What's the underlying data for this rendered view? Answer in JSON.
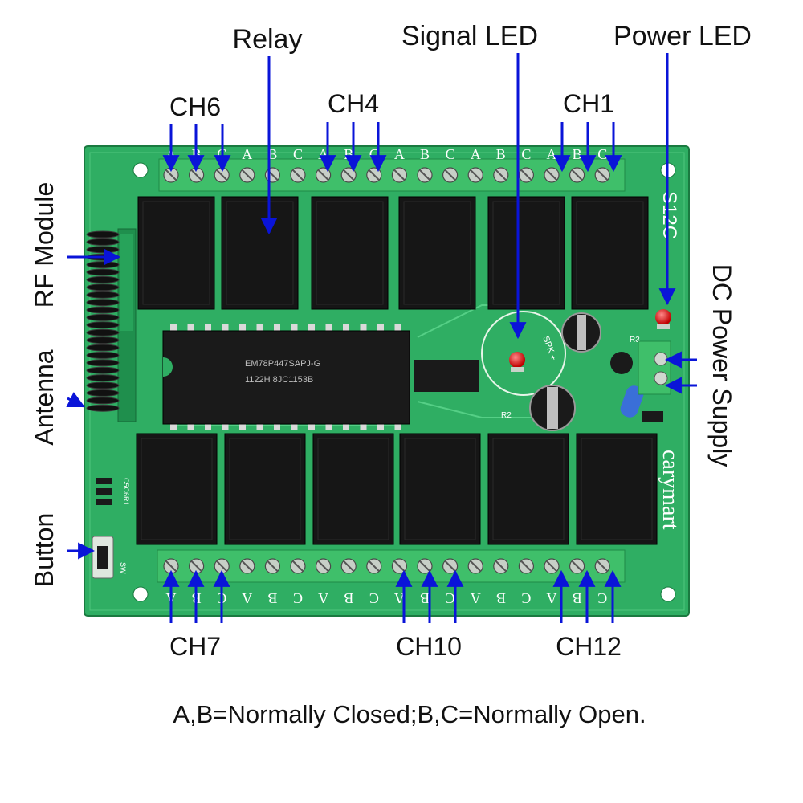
{
  "labels": {
    "relay": "Relay",
    "signal_led": "Signal LED",
    "power_led": "Power LED",
    "ch6": "CH6",
    "ch4": "CH4",
    "ch1": "CH1",
    "ch7": "CH7",
    "ch10": "CH10",
    "ch12": "CH12",
    "rf_module": "RF Module",
    "antenna": "Antenna",
    "button": "Button",
    "dc_power_supply": "DC Power Supply"
  },
  "board": {
    "brand": "carymart",
    "model": "S12C",
    "chip_text_1": "EM78P447SAPJ-G",
    "chip_text_2": "1122H 8JC1153B",
    "terminal_letters": [
      "A",
      "B",
      "C"
    ],
    "component_labels": [
      "SPK +",
      "R3",
      "R2",
      "C5C6R1",
      "SW"
    ]
  },
  "footnote": "A,B=Normally Closed;B,C=Normally Open.",
  "colors": {
    "pcb": "#2fae63",
    "pcb_dark": "#208a49",
    "relay": "#161616",
    "terminal": "#3fbf6a",
    "arrow": "#0a14d8"
  }
}
